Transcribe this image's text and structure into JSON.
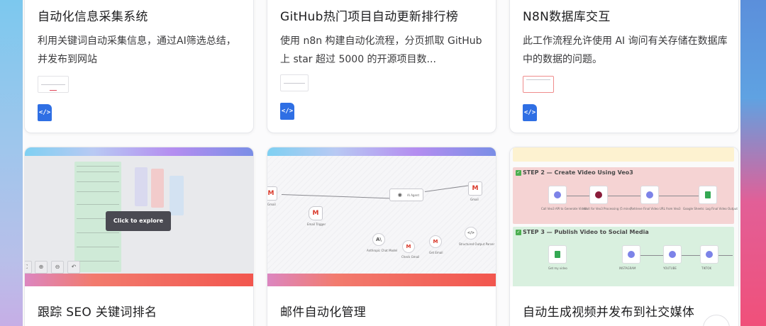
{
  "cards_top": [
    {
      "title": "自动化信息采集系统",
      "description": "利用关键词自动采集信息，通过AI筛选总结，并发布到网站",
      "file_icon": "</>"
    },
    {
      "title": "GitHub热门项目自动更新排行榜",
      "description": "使用 n8n 构建自动化流程，分页抓取 GitHub 上 star 超过 5000 的开源项目数...",
      "file_icon": "</>"
    },
    {
      "title": "N8N数据库交互",
      "description": "此工作流程允许使用 AI 询问有关存储在数据库中的数据的问题。",
      "file_icon": "</>"
    }
  ],
  "cards_bottom": [
    {
      "title": "跟踪 SEO 关键词排名",
      "preview": {
        "overlay_button": "Click to explore",
        "controls": [
          "⛶",
          "⊕",
          "⊖",
          "↶"
        ]
      }
    },
    {
      "title": "邮件自动化管理",
      "preview": {
        "nodes": [
          "Gmail",
          "Email Trigger",
          "AI Agent",
          "Gmail",
          "Anthropic Chat Model",
          "Check Gmail",
          "Get Email",
          "Structured Output Parser"
        ],
        "gmail_glyph": "M",
        "ai_glyph": "◉",
        "parser_glyph": "</>",
        "anthropic_glyph": "A\\"
      }
    },
    {
      "title": "自动生成视频并发布到社交媒体",
      "preview": {
        "step2_title": "STEP 2 — Create Video Using Veo3",
        "step3_title": "STEP 3 — Publish Video to Social Media",
        "check_glyph": "✓",
        "step2_nodes": [
          "Call Veo3 API to Generate Video",
          "Wait for Veo3 Processing (5 mins)",
          "Retrieve Final Video URL from Veo3",
          "Google Sheets: Log Final Video Output"
        ],
        "step3_nodes": [
          "Get my video",
          "INSTAGRAM",
          "YOUTUBE",
          "TIKTOK"
        ]
      },
      "fab_icon": "+"
    }
  ],
  "colors": {
    "accent_blue": "#2f6fe4",
    "step2_bg": "#f5d3d3",
    "step3_bg": "#d9f0df",
    "step1_bg": "#fdf2d0"
  }
}
